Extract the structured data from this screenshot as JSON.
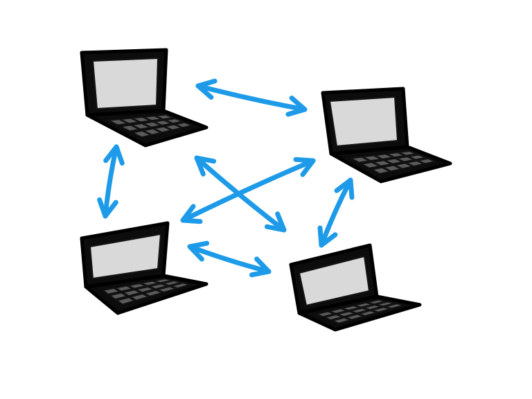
{
  "colors": {
    "background": "#ffffff",
    "laptop_body": "#0c0c0c",
    "laptop_screen": "#d9d9d9",
    "keyboard_keys": "#5a5a5a",
    "arrow": "#1e9be8"
  },
  "nodes": [
    {
      "id": "top-left",
      "icon": "laptop-icon"
    },
    {
      "id": "top-right",
      "icon": "laptop-icon"
    },
    {
      "id": "bottom-left",
      "icon": "laptop-icon"
    },
    {
      "id": "bottom-right",
      "icon": "laptop-icon"
    }
  ],
  "connections": [
    {
      "from": "top-left",
      "to": "top-right",
      "type": "bidirectional-arrow"
    },
    {
      "from": "top-left",
      "to": "bottom-left",
      "type": "bidirectional-arrow"
    },
    {
      "from": "top-left",
      "to": "bottom-right",
      "type": "bidirectional-arrow"
    },
    {
      "from": "top-right",
      "to": "bottom-left",
      "type": "bidirectional-arrow"
    },
    {
      "from": "top-right",
      "to": "bottom-right",
      "type": "bidirectional-arrow"
    },
    {
      "from": "bottom-left",
      "to": "bottom-right",
      "type": "bidirectional-arrow"
    }
  ]
}
